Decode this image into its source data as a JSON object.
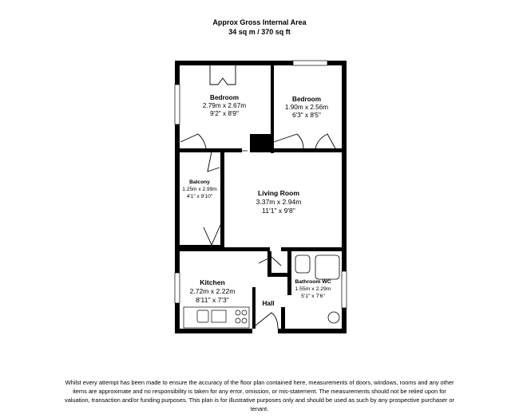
{
  "header": {
    "title": "Approx Gross Internal Area",
    "area": "34 sq m / 370 sq ft"
  },
  "rooms": {
    "bedroom1": {
      "name": "Bedroom",
      "metric": "2.79m x 2.67m",
      "imperial": "9'2\" x 8'9\""
    },
    "bedroom2": {
      "name": "Bedroom",
      "metric": "1.90m x 2.56m",
      "imperial": "6'3\" x 8'5\""
    },
    "balcony": {
      "name": "Balcony",
      "metric": "1.25m x 2.99m",
      "imperial": "4'1\" x 9'10\""
    },
    "living": {
      "name": "Living Room",
      "metric": "3.37m x 2.94m",
      "imperial": "11'1\" x 9'8\""
    },
    "kitchen": {
      "name": "Kitchen",
      "metric": "2.72m x 2.22m",
      "imperial": "8'11\" x 7'3\""
    },
    "bathroom": {
      "name": "Bathroom WC",
      "metric": "1.55m x 2.29m",
      "imperial": "5'1\" x 7'6\""
    },
    "hall": {
      "name": "Hall"
    }
  },
  "disclaimer": "Whilst every attempt has been made to ensure the accuracy of the floor plan contained here, measurements of doors, windows, rooms and any other items are approximate and no responsibility is taken for any error, omission, or mis-statement. The measurements should not be relied upon for valuation, transaction and/or funding purposes. This plan is for illustrative purposes only and should be used as such by any prospective purchaser or tenant.",
  "colors": {
    "wall": "#000000",
    "window": "#ffffff",
    "background": "#ffffff"
  }
}
